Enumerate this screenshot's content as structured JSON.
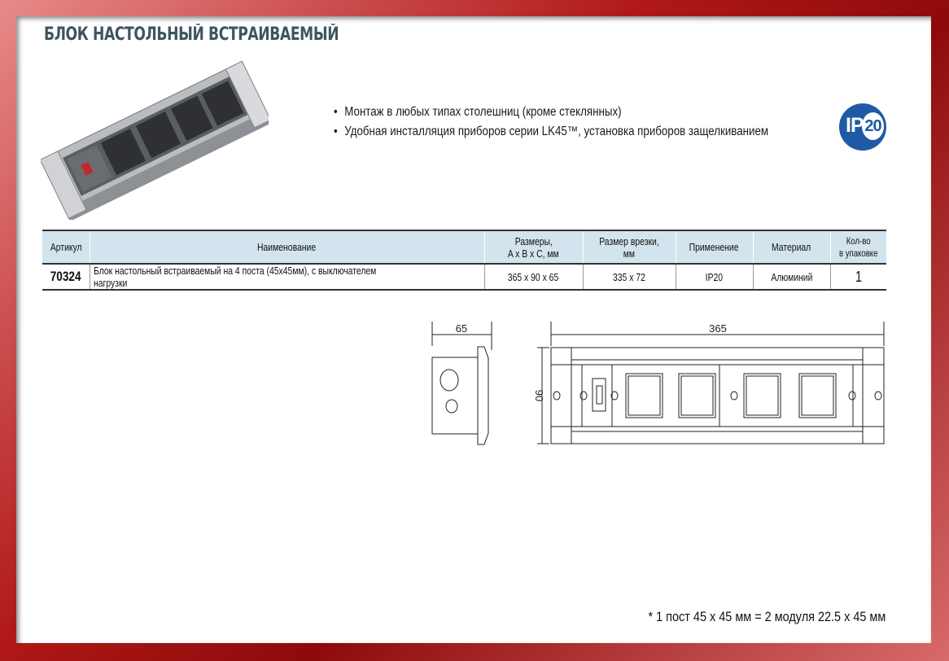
{
  "title": "БЛОК НАСТОЛЬНЫЙ ВСТРАИВАЕМЫЙ",
  "features": [
    "Монтаж в любых типах столешниц (кроме стеклянных)",
    "Удобная инсталляция приборов серии LK45™, установка приборов защелкиванием"
  ],
  "badge": {
    "prefix": "IP",
    "number": "20",
    "color": "#1f5aa6"
  },
  "table": {
    "headers": [
      "Артикул",
      "Наименование",
      "Размеры,",
      "A x B x C, мм",
      "Размер врезки,",
      "мм",
      "Применение",
      "Материал",
      "Кол-во",
      "в упаковке"
    ],
    "rows": [
      {
        "article": "70324",
        "name": "Блок настольный встраиваемый на 4 поста (45x45мм), с выключателем нагрузки",
        "dimensions": "365 x 90 x 65",
        "cutout": "335 x 72",
        "application": "IP20",
        "material": "Алюминий",
        "qty": "1"
      }
    ]
  },
  "drawing": {
    "depth": "65",
    "length": "365",
    "height": "90"
  },
  "footnote": "* 1 пост 45 x 45 мм = 2 модуля 22.5 x 45 мм"
}
